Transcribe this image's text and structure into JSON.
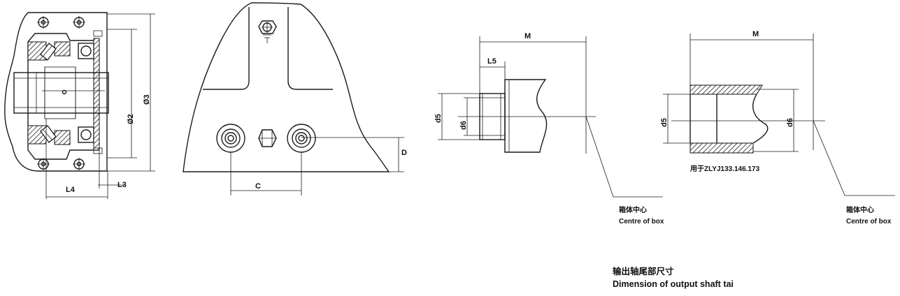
{
  "dims": {
    "L4": "L4",
    "L3": "L3",
    "D2": "Ø2",
    "D3": "Ø3",
    "C": "C",
    "D": "D",
    "M1": "M",
    "L5": "L5",
    "d5a": "d5",
    "d6a": "d6",
    "M2": "M",
    "d5b": "d5",
    "d6b": "d6"
  },
  "notes": {
    "model_note": "用于ZLYJ133.146.173",
    "box_center_cn_1": "箱体中心",
    "box_center_en_1": "Centre of box",
    "box_center_cn_2": "箱体中心",
    "box_center_en_2": "Centre of box",
    "caption_cn": "输出轴尾部尺寸",
    "caption_en": "Dimension of output shaft tai"
  }
}
